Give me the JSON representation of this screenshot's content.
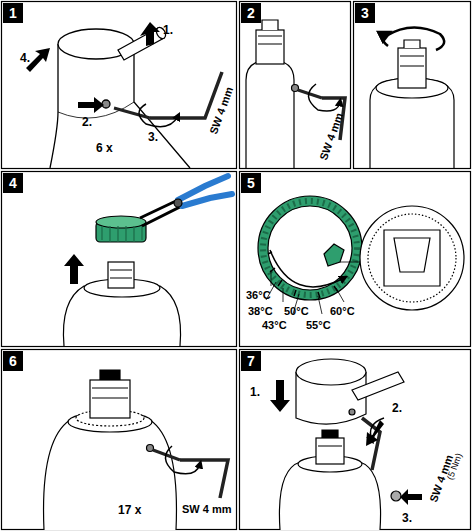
{
  "diagram": {
    "nodes": [
      {
        "text": [
          "1"
        ]
      },
      {
        "text": [
          "2"
        ]
      },
      {
        "text": [
          "3"
        ]
      },
      {
        "text": [
          "4"
        ]
      },
      {
        "text": [
          "5"
        ]
      },
      {
        "text": [
          "6"
        ]
      },
      {
        "text": [
          "7"
        ]
      }
    ],
    "labels": [
      "4.",
      "1.",
      "2.",
      "3.",
      "SW 4 mm",
      "6 x",
      "SW 4 mm",
      "36°C",
      "38°C",
      "43°C",
      "50°C",
      "55°C",
      "60°C",
      "17 x",
      "SW 4 mm",
      "1.",
      "2.",
      "SW 4 mm",
      "(5 Nm)",
      "3."
    ]
  }
}
